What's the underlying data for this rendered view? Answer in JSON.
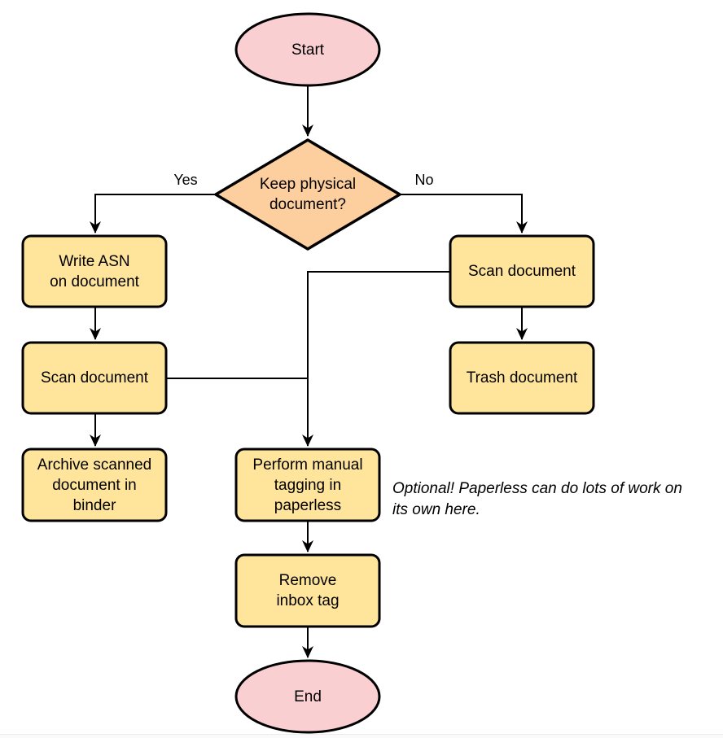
{
  "colors": {
    "terminal_fill": "#f9cfd2",
    "decision_fill": "#fdce9e",
    "process_fill": "#ffe49b",
    "stroke": "#000000",
    "edge": "#000000",
    "background": "#ffffff"
  },
  "nodes": {
    "start": {
      "label": "Start",
      "type": "terminal"
    },
    "decision": {
      "label": "Keep physical\ndocument?",
      "type": "decision"
    },
    "write_asn": {
      "label": "Write ASN\non document",
      "type": "process"
    },
    "scan_left": {
      "label": "Scan document",
      "type": "process"
    },
    "archive": {
      "label": "Archive scanned\ndocument in\nbinder",
      "type": "process"
    },
    "scan_right": {
      "label": "Scan document",
      "type": "process"
    },
    "trash": {
      "label": "Trash document",
      "type": "process"
    },
    "tagging": {
      "label": "Perform manual\ntagging in\npaperless",
      "type": "process"
    },
    "remove_inbox": {
      "label": "Remove\ninbox tag",
      "type": "process"
    },
    "end": {
      "label": "End",
      "type": "terminal"
    }
  },
  "edge_labels": {
    "yes": "Yes",
    "no": "No"
  },
  "annotation": {
    "text": "Optional! Paperless can do lots of work on\nits own here."
  }
}
